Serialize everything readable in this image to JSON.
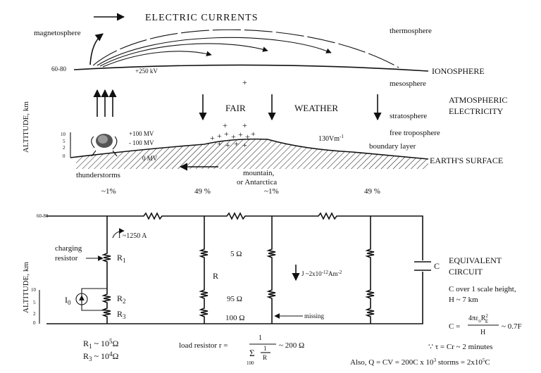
{
  "top": {
    "title": "ELECTRIC CURRENTS",
    "magnetosphere": "magnetosphere",
    "thermosphere": "thermosphere",
    "altitude_top": "60-80",
    "ionosphere": "IONOSPHERE",
    "potential_250": "+250 kV",
    "plus_sign": "+",
    "mesosphere": "mesosphere",
    "atmospheric": "ATMOSPHERIC",
    "electricity": "ELECTRICITY",
    "fair": "FAIR",
    "weather": "WEATHER",
    "stratosphere": "stratosphere",
    "free_troposphere": "free troposphere",
    "boundary_layer": "boundary layer",
    "field": "130Vm",
    "field_exp": "-1",
    "mv_plus": "+100 MV",
    "mv_minus": "- 100 MV",
    "mv_zero": "0 MV",
    "earth_surface": "EARTH'S SURFACE",
    "thunderstorms": "thunderstorms",
    "mountain": "mountain,",
    "antarctica": "or Antarctica",
    "ylabel": "ALTITUDE, km",
    "ticks": [
      "10",
      "5",
      "2",
      "0"
    ],
    "percents": [
      "~1%",
      "49 %",
      "~1%",
      "49 %"
    ]
  },
  "circuit": {
    "ylabel": "ALTITUDE, km",
    "altitude_top": "60-80",
    "ticks": [
      "10",
      "5",
      "2",
      "0"
    ],
    "current": "I ~1250 A",
    "charging": "charging",
    "resistor": "resistor",
    "R1": "R",
    "R1_sub": "1",
    "R2": "R",
    "R2_sub": "2",
    "R3": "R",
    "R3_sub": "3",
    "I0": "I",
    "I0_sub": "0",
    "ohm5": "5 Ω",
    "R": "R",
    "ohm95": "95 Ω",
    "ohm100": "100 Ω",
    "J": "J ~2x10",
    "J_exp": "-12",
    "J_unit": "Am",
    "J_unit_exp": "-2",
    "missing": "missing",
    "C": "C",
    "equivalent": "EQUIVALENT",
    "circuit_label": "CIRCUIT",
    "c_over": "C over 1 scale height,",
    "h7": "H ~ 7 km",
    "c_eq": "C =",
    "c_num_a": "4πε",
    "c_num_o": "o",
    "c_num_r": "R",
    "c_num_exp": "2",
    "c_num_sub": "E",
    "c_den": "H",
    "c_val": "~ 0.7F",
    "tau": "∵ τ = Cr ~ 2 minutes",
    "also": "Also, Q = CV = 200C x 10",
    "also_exp": "3",
    "also_mid": " storms = 2x10",
    "also_exp2": "5",
    "also_end": "C",
    "r1_val": "R",
    "r1_sub": "1",
    "r1_rest": " ~ 10",
    "r1_exp": "5",
    "r1_unit": "Ω",
    "r3_val": "R",
    "r3_sub": "3",
    "r3_rest": " ~ 10",
    "r3_exp": "4",
    "r3_unit": "Ω",
    "load": "load resistor r =",
    "load_one": "1",
    "load_sigma": "Σ",
    "load_100": "100",
    "load_frac_one": "1",
    "load_frac_R": "R",
    "load_result": "~ 200 Ω"
  }
}
